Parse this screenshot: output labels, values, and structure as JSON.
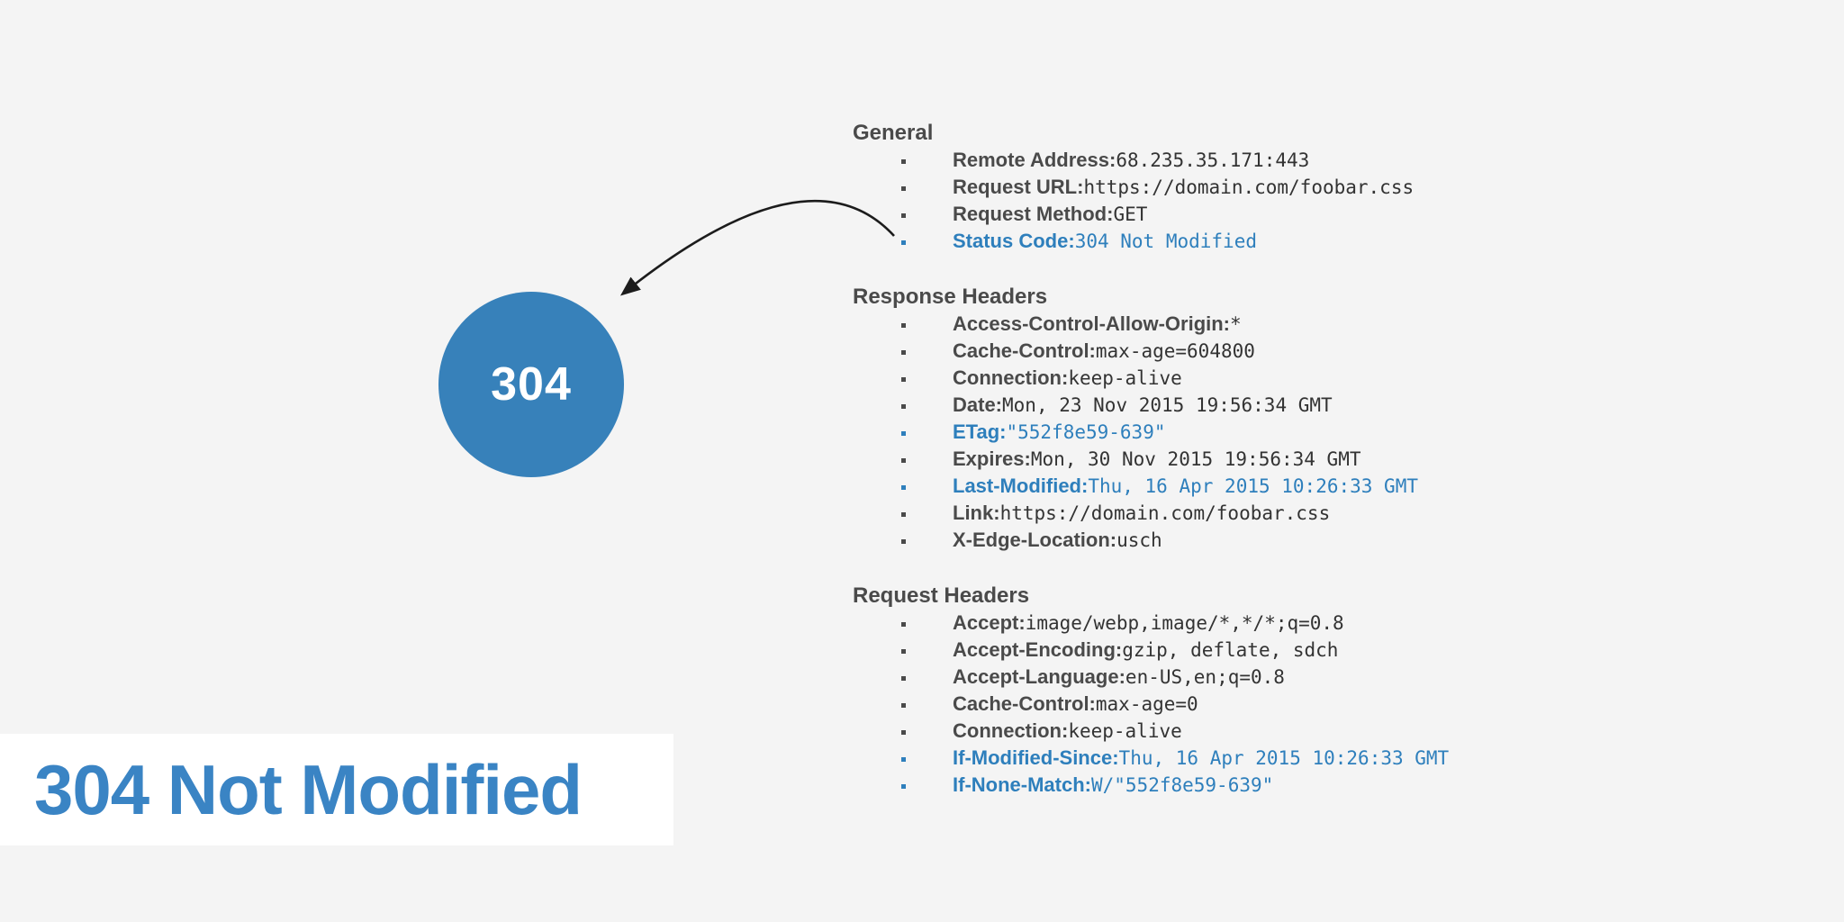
{
  "theme": {
    "background": "#f4f4f4",
    "panel_white": "#ffffff",
    "heading_gray": "#4a4a4a",
    "value_gray": "#333333",
    "highlight_blue": "#2e7fbc",
    "circle_blue": "#3781ba",
    "circle_text": "#ffffff",
    "title_blue": "#3a84c4",
    "arrow_black": "#1c1c1c"
  },
  "status_circle": {
    "label": "304"
  },
  "banner": {
    "title": "304 Not Modified"
  },
  "headers_panel": {
    "sections": [
      {
        "title": "General",
        "items": [
          {
            "label": "Remote Address:",
            "value": "68.235.35.171:443",
            "highlighted": false
          },
          {
            "label": "Request URL:",
            "value": "https://domain.com/foobar.css",
            "highlighted": false
          },
          {
            "label": "Request Method:",
            "value": "GET",
            "highlighted": false
          },
          {
            "label": "Status Code:",
            "value": "304 Not Modified",
            "highlighted": true
          }
        ]
      },
      {
        "title": "Response Headers",
        "items": [
          {
            "label": "Access-Control-Allow-Origin:",
            "value": "*",
            "highlighted": false
          },
          {
            "label": "Cache-Control:",
            "value": "max-age=604800",
            "highlighted": false
          },
          {
            "label": "Connection:",
            "value": "keep-alive",
            "highlighted": false
          },
          {
            "label": "Date:",
            "value": "Mon, 23 Nov 2015 19:56:34 GMT",
            "highlighted": false
          },
          {
            "label": "ETag:",
            "value": "\"552f8e59-639\"",
            "highlighted": true
          },
          {
            "label": "Expires:",
            "value": "Mon, 30 Nov 2015 19:56:34 GMT",
            "highlighted": false
          },
          {
            "label": "Last-Modified:",
            "value": "Thu, 16 Apr 2015 10:26:33 GMT",
            "highlighted": true
          },
          {
            "label": "Link:",
            "value": "https://domain.com/foobar.css",
            "highlighted": false
          },
          {
            "label": "X-Edge-Location:",
            "value": "usch",
            "highlighted": false
          }
        ]
      },
      {
        "title": "Request Headers",
        "items": [
          {
            "label": "Accept:",
            "value": "image/webp,image/*,*/*;q=0.8",
            "highlighted": false
          },
          {
            "label": "Accept-Encoding:",
            "value": "gzip, deflate, sdch",
            "highlighted": false
          },
          {
            "label": "Accept-Language:",
            "value": "en-US,en;q=0.8",
            "highlighted": false
          },
          {
            "label": "Cache-Control:",
            "value": "max-age=0",
            "highlighted": false
          },
          {
            "label": "Connection:",
            "value": "keep-alive",
            "highlighted": false
          },
          {
            "label": "If-Modified-Since:",
            "value": "Thu, 16 Apr 2015 10:26:33 GMT",
            "highlighted": true
          },
          {
            "label": "If-None-Match:",
            "value": "W/\"552f8e59-639\"",
            "highlighted": true
          }
        ]
      }
    ]
  }
}
